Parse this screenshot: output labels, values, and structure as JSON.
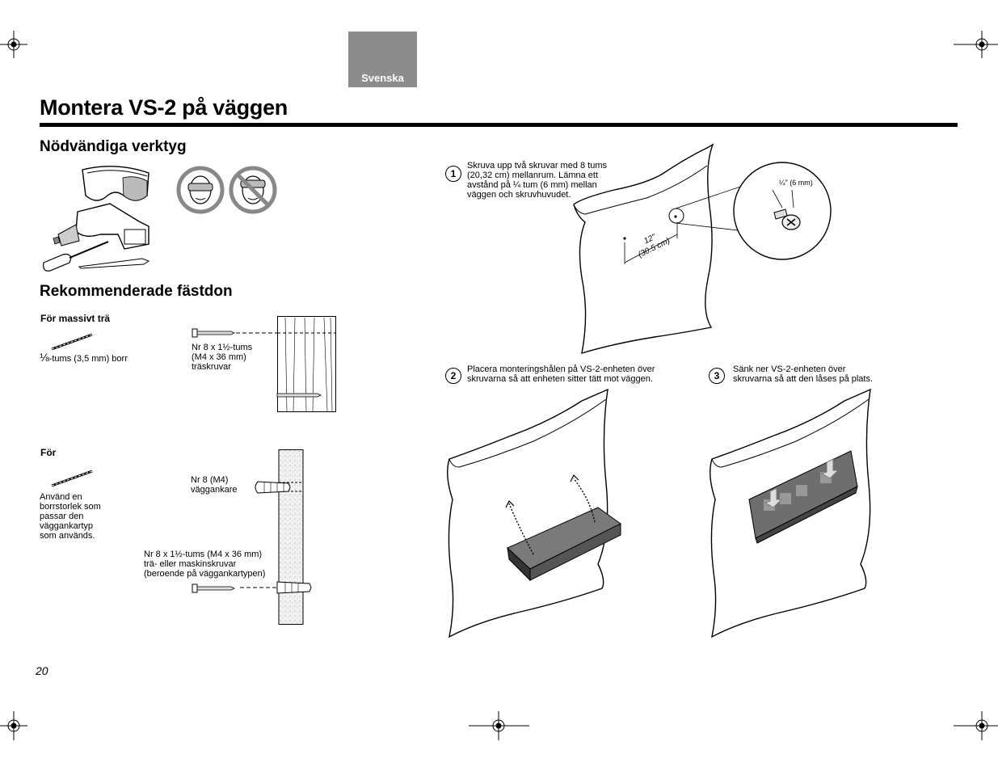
{
  "language_tab": "Svenska",
  "page_title": "Montera VS-2 på väggen",
  "tools": {
    "heading": "Nödvändiga verktyg",
    "icons": [
      "safety-goggles-icon",
      "drill-icon",
      "screwdriver-icon",
      "pencil-icon",
      "wear-goggles-icon",
      "no-goggles-icon"
    ]
  },
  "fasteners": {
    "heading": "Rekommenderade fästdon",
    "solid_wood": {
      "label": "För massivt trä",
      "drill_note_prefix": "⅛",
      "drill_note": "-tums (3,5 mm) borr",
      "screw_lines": [
        "Nr 8 x 1½-tums",
        "(M4 x 36 mm)",
        "träskruvar"
      ]
    },
    "other": {
      "label": "För",
      "drill_note_lines": [
        "Använd en",
        "borrstorlek som",
        "passar den",
        "väggankartyp",
        "som används."
      ],
      "anchor_lines": [
        "Nr 8 (M4)",
        "väggankare"
      ],
      "screw_lines": [
        "Nr 8 x 1½-tums (M4 x 36 mm)",
        "trä- eller maskinskruvar",
        "(beroende på väggankartypen)"
      ]
    }
  },
  "steps": [
    {
      "number": "1",
      "lines": [
        "Skruva upp två skruvar med 8 tums",
        "(20,32 cm) mellanrum. Lämna ett",
        "avstånd på ¼ tum (6 mm) mellan",
        "väggen och skruvhuvudet."
      ]
    },
    {
      "number": "2",
      "lines": [
        "Placera monteringshålen på VS-2-enheten över",
        "skruvarna så att enheten sitter tätt mot väggen."
      ]
    },
    {
      "number": "3",
      "lines": [
        "Sänk ner VS-2-enheten över",
        "skruvarna så att den låses på plats."
      ]
    }
  ],
  "step1_dims": {
    "spacing": "12\"",
    "spacing_metric": "(30.5 cm)",
    "gap": "¼\" (6 mm)"
  },
  "page_number": "20"
}
